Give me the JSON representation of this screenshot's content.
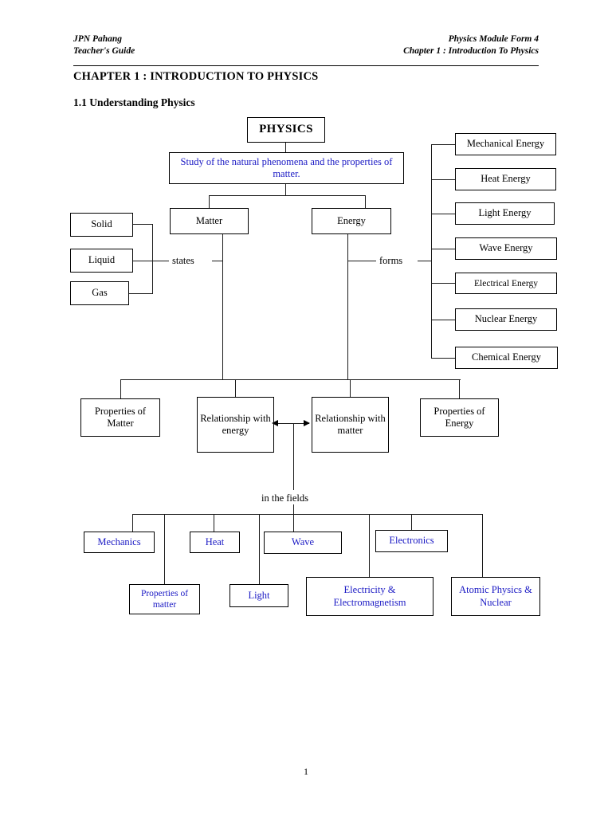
{
  "header": {
    "left_line1": "JPN Pahang",
    "left_line2": "Teacher's Guide",
    "right_line1": "Physics Module Form 4",
    "right_line2": "Chapter 1 : Introduction To Physics"
  },
  "chapter_title": "CHAPTER 1 :  INTRODUCTION TO PHYSICS",
  "section_title": "1.1 Understanding Physics",
  "page_number": "1",
  "colors": {
    "text_black": "#000000",
    "text_blue": "#1a19c4",
    "line": "#1a1a1a",
    "background": "#ffffff"
  },
  "diagram": {
    "root": "PHYSICS",
    "definition": "Study of  the natural phenomena and the properties of matter.",
    "branches": {
      "matter": "Matter",
      "energy": "Energy"
    },
    "connector_labels": {
      "states": "states",
      "forms": "forms",
      "in_the_fields": "in the fields"
    },
    "states": [
      {
        "label": "Solid"
      },
      {
        "label": "Liquid"
      },
      {
        "label": "Gas"
      }
    ],
    "energy_forms": [
      {
        "label": "Mechanical Energy"
      },
      {
        "label": "Heat Energy"
      },
      {
        "label": "Light Energy"
      },
      {
        "label": "Wave Energy"
      },
      {
        "label": "Electrical Energy"
      },
      {
        "label": "Nuclear Energy"
      },
      {
        "label": "Chemical Energy"
      }
    ],
    "relationships": [
      {
        "label": "Properties of Matter"
      },
      {
        "label": "Relationship with energy"
      },
      {
        "label": "Relationship with matter"
      },
      {
        "label": "Properties of Energy"
      }
    ],
    "fields_upper": [
      {
        "label": "Mechanics"
      },
      {
        "label": "Heat"
      },
      {
        "label": "Wave"
      },
      {
        "label": "Electronics"
      }
    ],
    "fields_lower": [
      {
        "label": "Properties of matter"
      },
      {
        "label": "Light"
      },
      {
        "label": "Electricity & Electromagnetism"
      },
      {
        "label": "Atomic Physics & Nuclear"
      }
    ]
  }
}
